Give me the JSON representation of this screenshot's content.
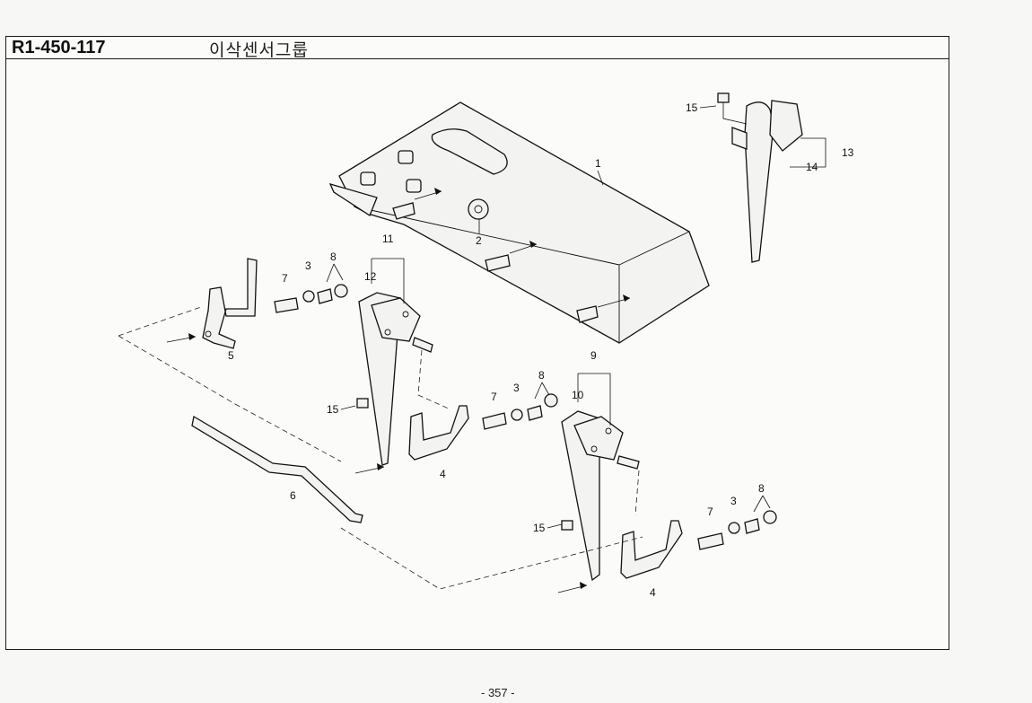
{
  "header": {
    "part_code": "R1-450-117",
    "title": "이삭센서그룹"
  },
  "footer": {
    "page_number": "- 357 -"
  },
  "callouts": {
    "c1": "1",
    "c2": "2",
    "c3a": "3",
    "c3b": "3",
    "c3c": "3",
    "c4a": "4",
    "c4b": "4",
    "c5": "5",
    "c6": "6",
    "c7a": "7",
    "c7b": "7",
    "c7c": "7",
    "c8a": "8",
    "c8b": "8",
    "c8c": "8",
    "c9": "9",
    "c10": "10",
    "c11": "11",
    "c12": "12",
    "c13": "13",
    "c14": "14",
    "c15a": "15",
    "c15b": "15",
    "c15c": "15"
  }
}
